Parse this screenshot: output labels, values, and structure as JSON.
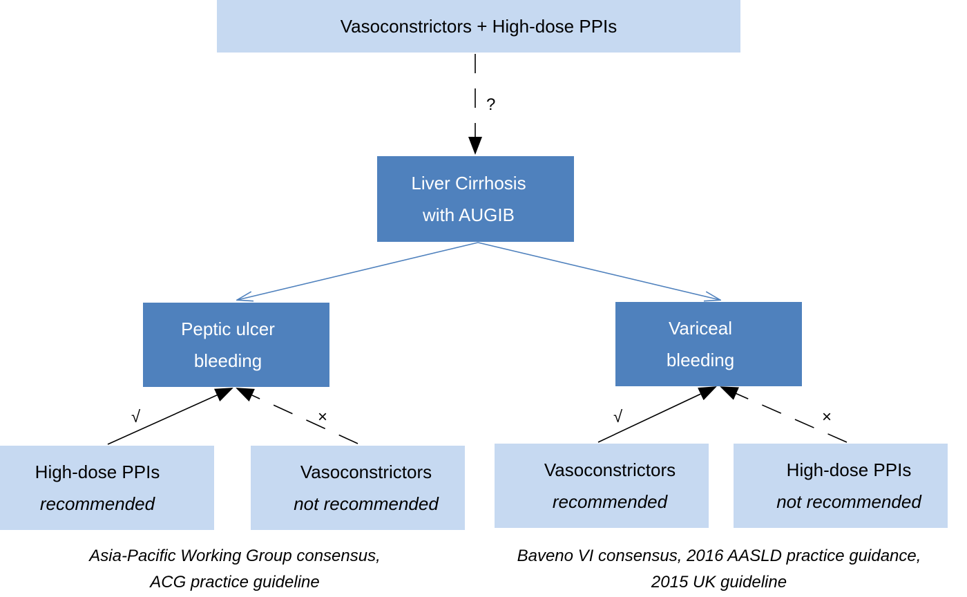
{
  "colors": {
    "light_box": "#c6d9f1",
    "dark_box": "#4f81bd",
    "line_blue": "#4f81bd",
    "line_black": "#000000"
  },
  "top": {
    "label": "Vasoconstrictors + High-dose PPIs"
  },
  "question_mark": "?",
  "center": {
    "line1": "Liver Cirrhosis",
    "line2": "with AUGIB"
  },
  "left_branch": {
    "line1": "Peptic ulcer",
    "line2": "bleeding",
    "check_mark": "√",
    "cross_mark": "×",
    "recommended": {
      "line1": "High-dose PPIs",
      "line2": "recommended"
    },
    "not_recommended": {
      "line1": "Vasoconstrictors",
      "line2": "not recommended"
    },
    "caption": {
      "line1": "Asia-Pacific Working Group consensus,",
      "line2": "ACG practice guideline"
    }
  },
  "right_branch": {
    "line1": "Variceal",
    "line2": "bleeding",
    "check_mark": "√",
    "cross_mark": "×",
    "recommended": {
      "line1": "Vasoconstrictors",
      "line2": "recommended"
    },
    "not_recommended": {
      "line1": "High-dose PPIs",
      "line2": "not recommended"
    },
    "caption": {
      "line1": "Baveno VI consensus, 2016 AASLD practice guidance,",
      "line2": "2015 UK guideline"
    }
  }
}
